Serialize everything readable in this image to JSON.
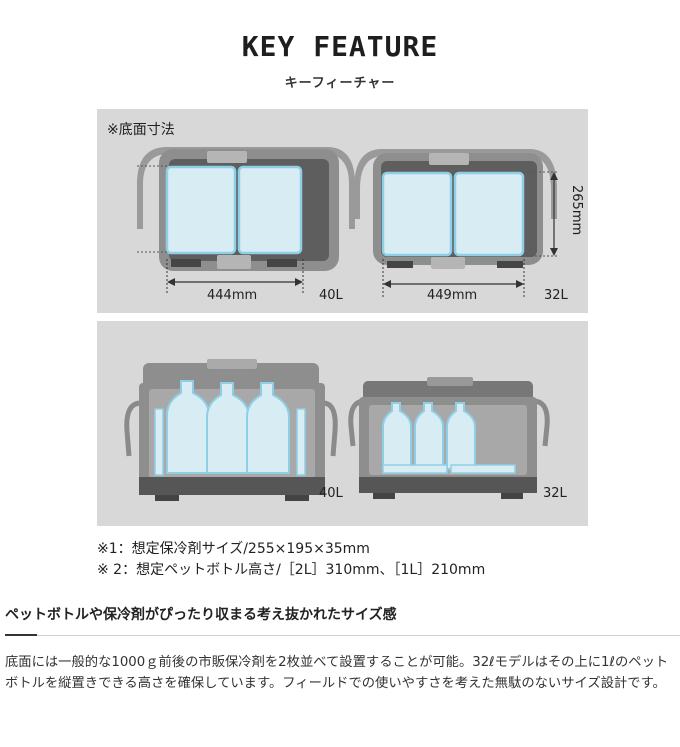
{
  "header": {
    "title": "KEY FEATURE",
    "subtitle": "キーフィーチャー"
  },
  "top_panel": {
    "caption": "※底面寸法",
    "left": {
      "width_label": "444mm",
      "model_label": "40L"
    },
    "right": {
      "width_label": "449mm",
      "height_label": "265mm",
      "model_label": "32L"
    }
  },
  "bottom_panel": {
    "left_model_label": "40L",
    "right_model_label": "32L"
  },
  "notes": [
    "※1：想定保冷剤サイズ/255×195×35mm",
    "※ 2：想定ペットボトル高さ/［2L］310mm、［1L］210mm"
  ],
  "section": {
    "heading": "ペットボトルや保冷剤がぴったり収まる考え抜かれたサイズ感",
    "body": "底面には一般的な1000ｇ前後の市販保冷剤を2枚並べて設置することが可能。32ℓモデルはその上に1ℓのペットボトルを縦置きできる高さを確保しています。フィールドでの使いやすさを考えた無駄のないサイズ設計です。"
  },
  "colors": {
    "panel_bg": "#d8d8d8",
    "cooler_body": "#8e8e8e",
    "cooler_dark": "#565656",
    "ice_fill": "#d8ecf4",
    "ice_stroke": "#8fcfe6"
  }
}
